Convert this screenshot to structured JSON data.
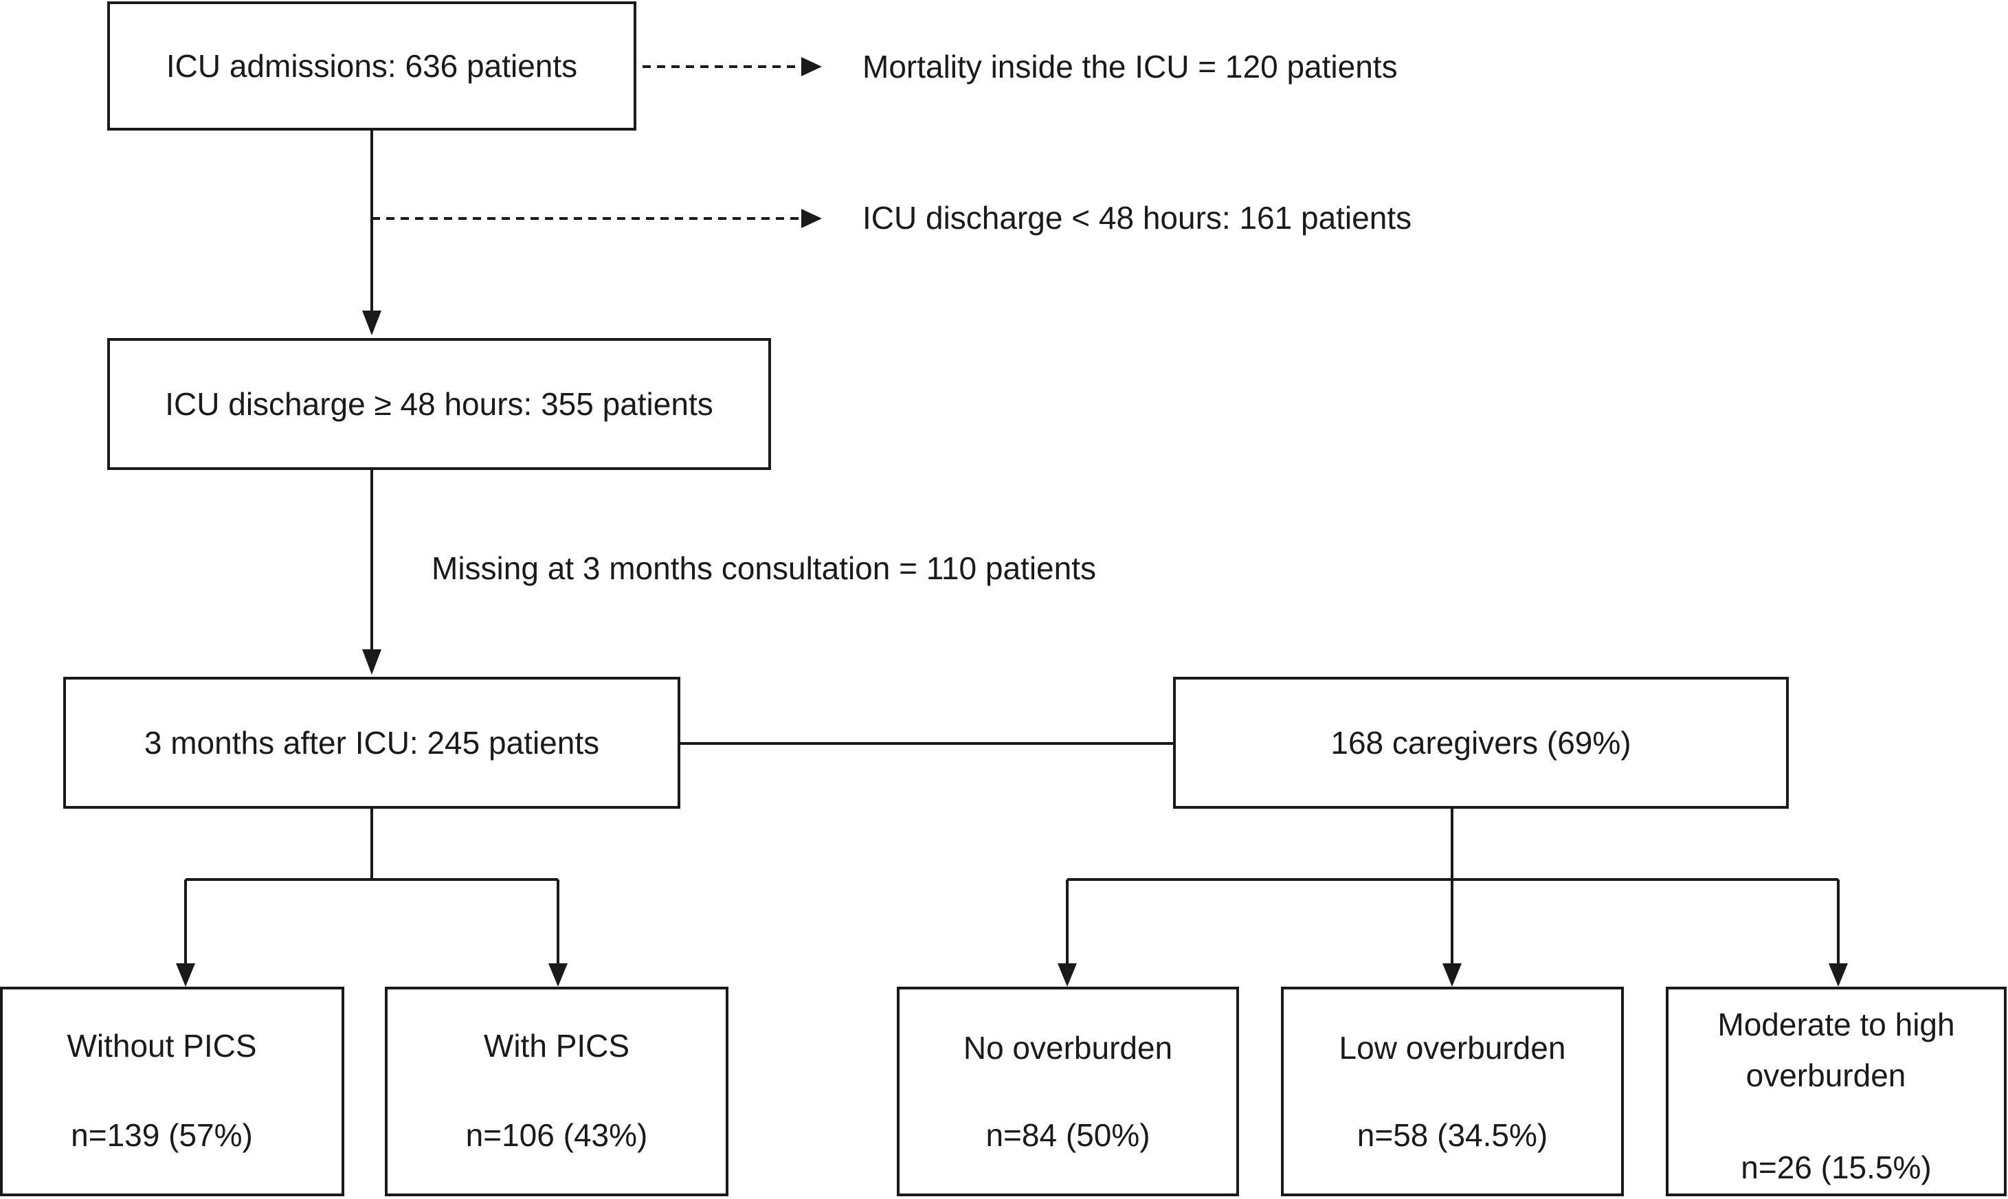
{
  "flowchart": {
    "admissions": "ICU admissions: 636 patients",
    "mortality": "Mortality inside the ICU = 120 patients",
    "short_stay": "ICU discharge < 48 hours: 161 patients",
    "discharge": "ICU discharge ≥ 48 hours: 355 patients",
    "missing": "Missing at 3 months consultation = 110 patients",
    "three_months": "3 months after ICU: 245 patients",
    "caregivers": "168 caregivers (69%)",
    "without_pics": {
      "label": "Without PICS",
      "count": "n=139 (57%)"
    },
    "with_pics": {
      "label": "With PICS",
      "count": "n=106 (43%)"
    },
    "no_overburden": {
      "label": "No overburden",
      "count": "n=84 (50%)"
    },
    "low_overburden": {
      "label": "Low overburden",
      "count": "n=58 (34.5%)"
    },
    "high_overburden": {
      "label_line1": "Moderate to high",
      "label_line2": "overburden",
      "count": "n=26 (15.5%)"
    }
  }
}
